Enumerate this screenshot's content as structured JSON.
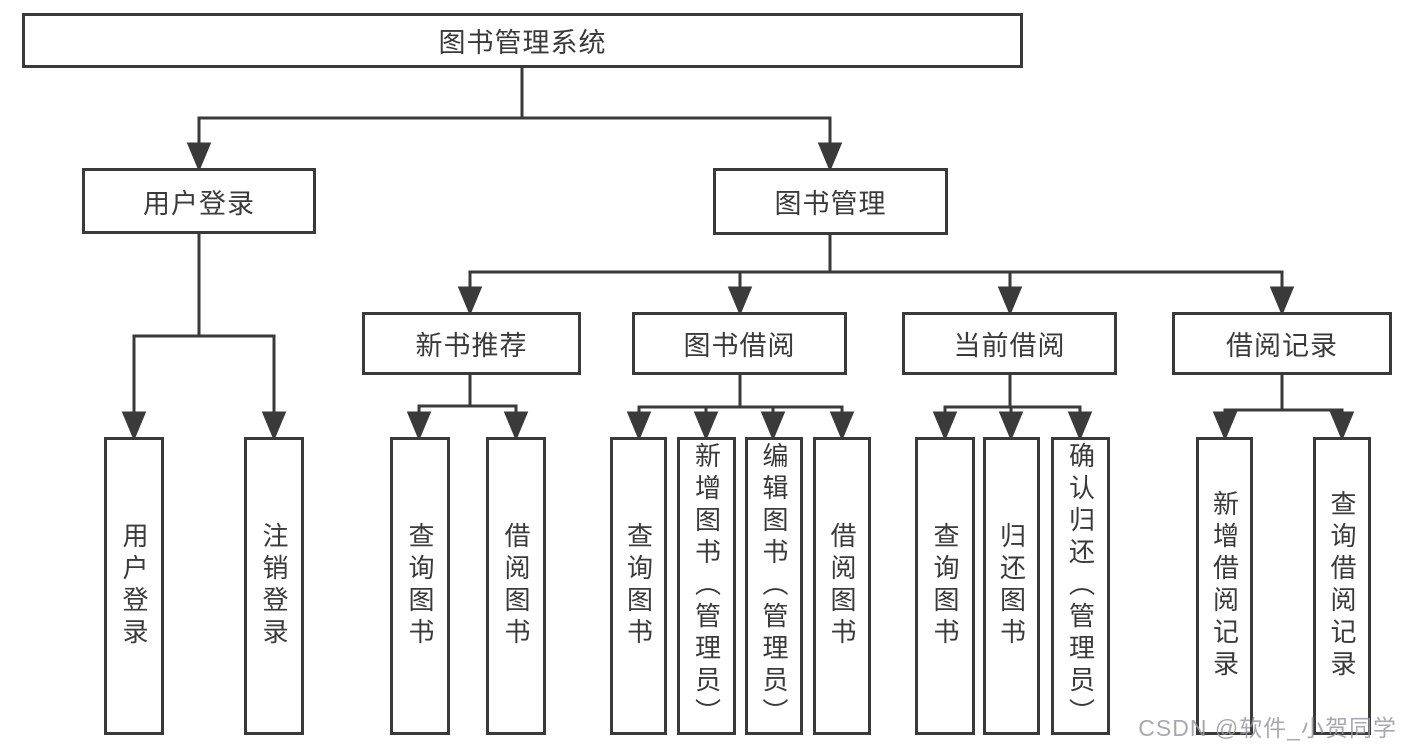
{
  "diagram": {
    "title": "图书管理系统",
    "nodes": {
      "root": {
        "label": "图书管理系统"
      },
      "user_login": {
        "label": "用户登录",
        "children": {
          "login": {
            "label": "用户登录"
          },
          "logout": {
            "label": "注销登录"
          }
        }
      },
      "book_mgmt": {
        "label": "图书管理",
        "children": {
          "new_book_rec": {
            "label": "新书推荐",
            "children": {
              "query_book": {
                "label": "查询图书"
              },
              "borrow_book": {
                "label": "借阅图书"
              }
            }
          },
          "book_borrow": {
            "label": "图书借阅",
            "children": {
              "query_book": {
                "label": "查询图书"
              },
              "add_book_admin": {
                "label": "新增图书（管理员）"
              },
              "edit_book_admin": {
                "label": "编辑图书（管理员）"
              },
              "borrow_book": {
                "label": "借阅图书"
              }
            }
          },
          "current_borrow": {
            "label": "当前借阅",
            "children": {
              "query_book": {
                "label": "查询图书"
              },
              "return_book": {
                "label": "归还图书"
              },
              "confirm_return_admin": {
                "label": "确认归还（管理员）"
              }
            }
          },
          "borrow_records": {
            "label": "借阅记录",
            "children": {
              "add_record": {
                "label": "新增借阅记录"
              },
              "query_record": {
                "label": "查询借阅记录"
              }
            }
          }
        }
      }
    }
  },
  "watermark": {
    "text": "CSDN @软件_小贺同学"
  },
  "colors": {
    "line": "#3a3a3a",
    "text": "#3a3a3a",
    "box_background": "#ffffff",
    "watermark": "#999aa0",
    "background": "#ffffff"
  }
}
